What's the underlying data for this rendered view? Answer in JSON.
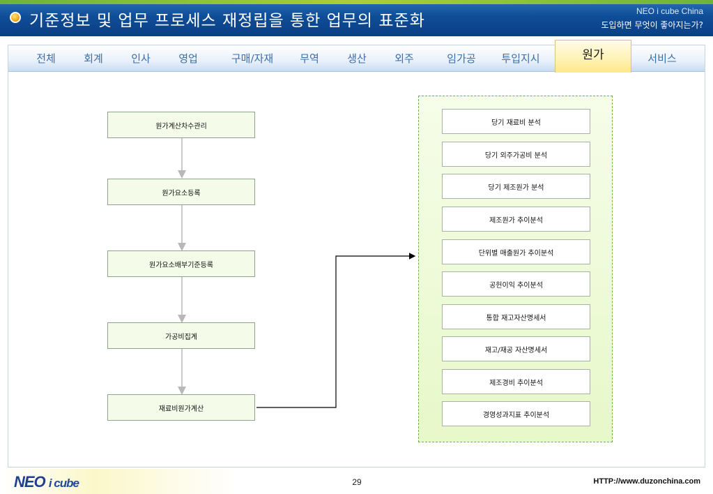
{
  "header": {
    "title": "기준정보 및 업무 프로세스 재정립을 통한 업무의 표준화",
    "brand": "NEO i cube China",
    "tagline": "도입하면 무엇이 좋아지는가?"
  },
  "tabs": [
    {
      "label": "전체"
    },
    {
      "label": "회계"
    },
    {
      "label": "인사"
    },
    {
      "label": "영업"
    },
    {
      "label": "구매/자재"
    },
    {
      "label": "무역"
    },
    {
      "label": "생산"
    },
    {
      "label": "외주"
    },
    {
      "label": "임가공"
    },
    {
      "label": "투입지시"
    },
    {
      "label": "원가",
      "active": true
    },
    {
      "label": "서비스"
    }
  ],
  "flow": [
    {
      "label": "원가계산차수관리"
    },
    {
      "label": "원가요소등록"
    },
    {
      "label": "원가요소배부기준등록"
    },
    {
      "label": "가공비집계"
    },
    {
      "label": "재료비원가계산"
    }
  ],
  "reports": [
    {
      "label": "당기 재료비 분석"
    },
    {
      "label": "당기 외주가공비 분석"
    },
    {
      "label": "당기 제조원가 분석"
    },
    {
      "label": "제조원가 추이분석"
    },
    {
      "label": "단위별 매출원가 추이분석"
    },
    {
      "label": "공헌이익 추이분석"
    },
    {
      "label": "통합 재고자산명세서"
    },
    {
      "label": "재고/재공 자산명세서"
    },
    {
      "label": "제조경비 추이분석"
    },
    {
      "label": "경영성과지표 추이분석"
    }
  ],
  "footer": {
    "logo_main": "NEO",
    "logo_sub": "i cube",
    "page": "29",
    "url": "HTTP://www.duzonchina.com"
  },
  "colors": {
    "header_blue": "#0f4d98",
    "tab_text": "#3a6eaa",
    "active_tab_bg": "#fff3b8",
    "panel_border": "#6cb33f",
    "panel_bg": "#e7f8c9"
  }
}
